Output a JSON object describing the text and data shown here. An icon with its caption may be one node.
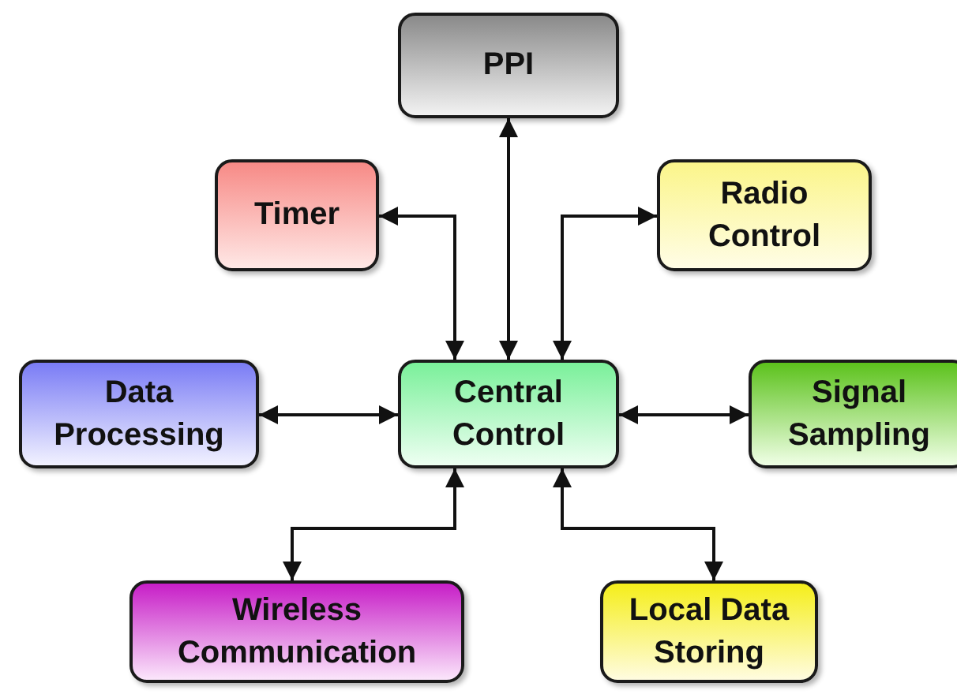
{
  "diagram": {
    "nodes": [
      {
        "text": [
          "PPI"
        ]
      },
      {
        "text": [
          "Timer"
        ]
      },
      {
        "text": [
          "Radio Control"
        ]
      },
      {
        "text": [
          "Data Processing"
        ]
      },
      {
        "text": [
          "Central Control"
        ]
      },
      {
        "text": [
          "Signal Sampling"
        ]
      },
      {
        "text": [
          "Wireless Communication"
        ]
      },
      {
        "text": [
          "Local Data Storing"
        ]
      }
    ],
    "edges": [
      {
        "from": 4,
        "to": 0,
        "arrow": "both"
      },
      {
        "from": 4,
        "to": 1,
        "arrow": "both"
      },
      {
        "from": 4,
        "to": 2,
        "arrow": "both"
      },
      {
        "from": 4,
        "to": 3,
        "arrow": "both"
      },
      {
        "from": 4,
        "to": 5,
        "arrow": "both"
      },
      {
        "from": 4,
        "to": 6,
        "arrow": "both"
      },
      {
        "from": 4,
        "to": 7,
        "arrow": "both"
      }
    ]
  }
}
